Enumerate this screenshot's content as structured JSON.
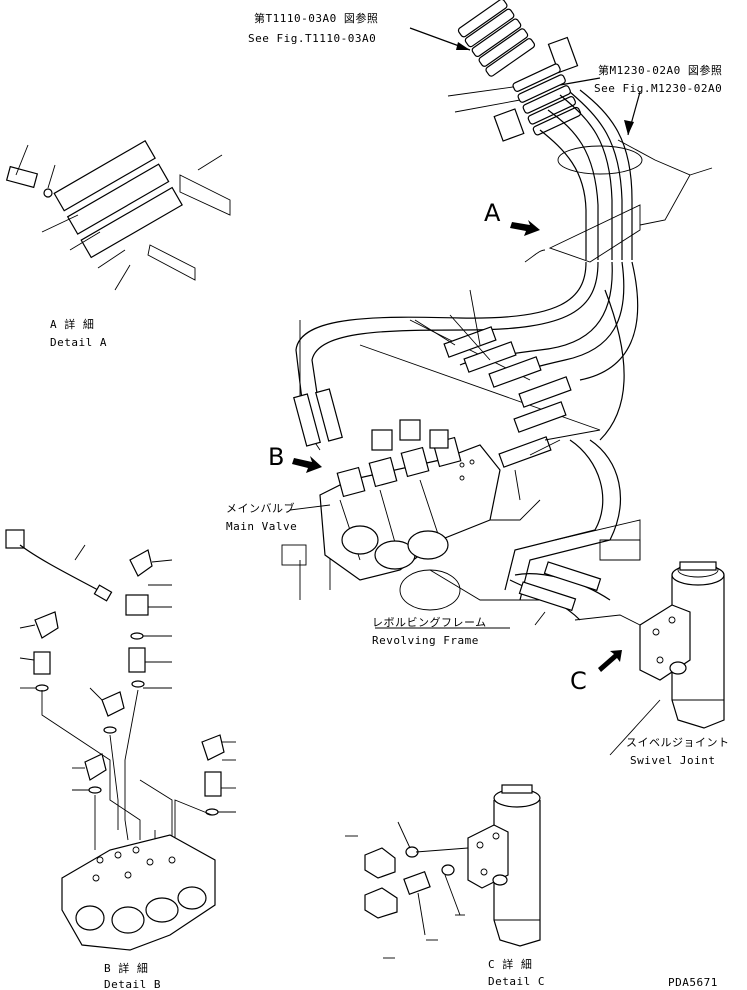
{
  "references": {
    "t1110_jp": "第T1110-03A0 図参照",
    "t1110_en": "See Fig.T1110-03A0",
    "m1230_jp": "第M1230-02A0 図参照",
    "m1230_en": "See Fig.M1230-02A0"
  },
  "markers": {
    "a": "A",
    "b": "B",
    "c": "C"
  },
  "detail_a": {
    "jp": "A 詳 細",
    "en": "Detail A"
  },
  "detail_b": {
    "jp": "B 詳 細",
    "en": "Detail B"
  },
  "detail_c": {
    "jp": "C 詳 細",
    "en": "Detail C"
  },
  "main_valve": {
    "jp": "メインバルブ",
    "en": "Main Valve"
  },
  "revolving_frame": {
    "jp": "レボルビングフレーム",
    "en": "Revolving Frame"
  },
  "swivel_joint": {
    "jp": "スイベルジョイント",
    "en": "Swivel Joint"
  },
  "drawing_number": "PDA5671"
}
